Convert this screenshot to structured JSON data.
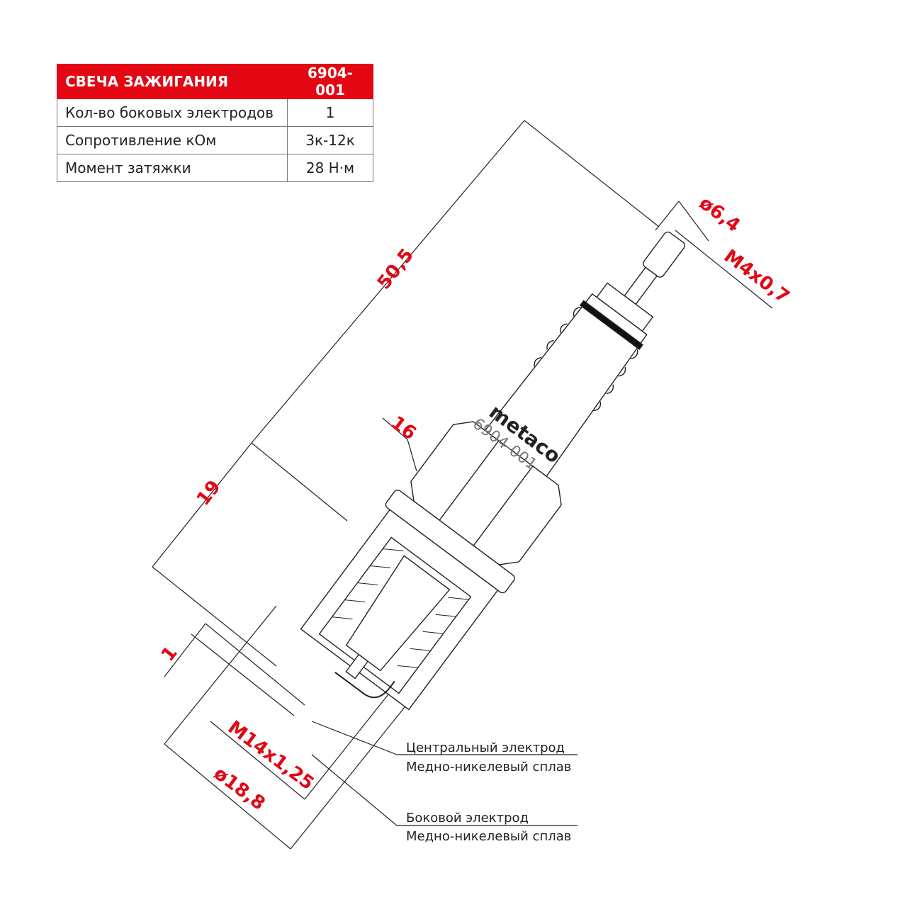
{
  "spec_table": {
    "title": "СВЕЧА ЗАЖИГАНИЯ",
    "part_number": "6904-001",
    "rows": [
      {
        "label": "Кол-во боковых электродов",
        "value": "1"
      },
      {
        "label": "Сопротивление кОм",
        "value": "3к-12к"
      },
      {
        "label": "Момент затяжки",
        "value": "28 Н·м"
      }
    ]
  },
  "plug_marking": {
    "brand": "metaco",
    "part_number": "6904-001"
  },
  "dimensions": {
    "total_length": "50,5",
    "thread_length": "19",
    "hex_size": "16",
    "terminal_diameter": "ø6,4",
    "terminal_thread": "M4x0,7",
    "gap": "1",
    "thread": "M14x1,25",
    "seat_diameter": "ø18,8"
  },
  "callouts": {
    "center_electrode": {
      "title": "Центральный электрод",
      "material": "Медно-никелевый сплав"
    },
    "side_electrode": {
      "title": "Боковой электрод",
      "material": "Медно-никелевый сплав"
    }
  },
  "colors": {
    "accent": "#e30613"
  }
}
